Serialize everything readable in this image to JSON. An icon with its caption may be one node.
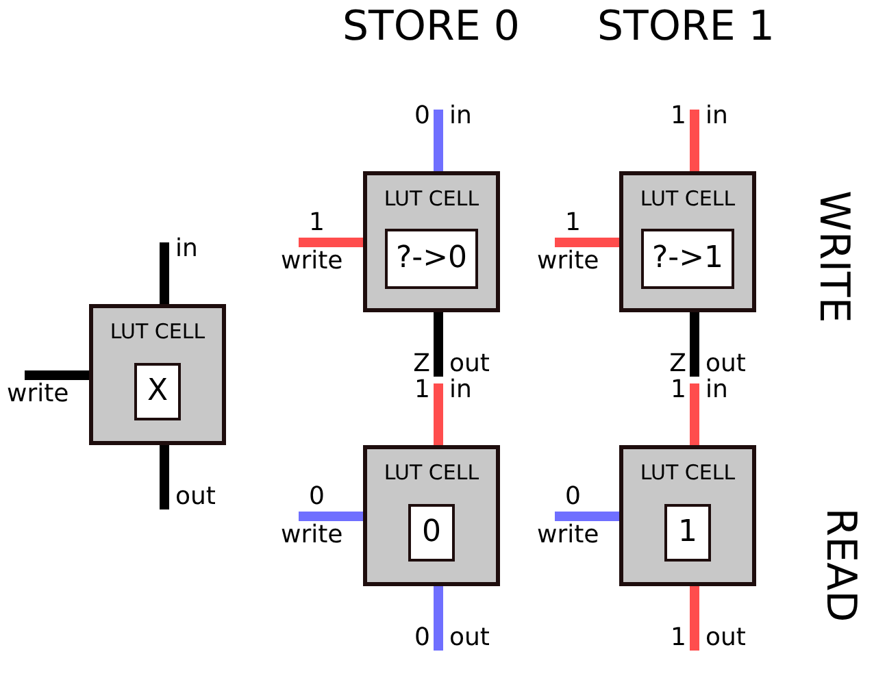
{
  "diagram": {
    "nodes": [
      {
        "text": [
          "LUT CELL"
        ]
      },
      {
        "text": [
          "X"
        ],
        "in": 0
      },
      {
        "text": [
          "in"
        ]
      },
      {
        "text": [
          "write"
        ]
      },
      {
        "text": [
          "out"
        ]
      },
      {
        "text": [
          "LUT CELL"
        ]
      },
      {
        "text": [
          "?->0"
        ],
        "in": 5
      },
      {
        "text": [
          "in"
        ],
        "beside": [
          "0"
        ]
      },
      {
        "text": [
          "write"
        ],
        "beside": [
          "1"
        ]
      },
      {
        "text": [
          "out"
        ],
        "beside": [
          "Z"
        ]
      },
      {
        "text": [
          "LUT CELL"
        ]
      },
      {
        "text": [
          "?->1"
        ],
        "in": 10
      },
      {
        "text": [
          "in"
        ],
        "beside": [
          "1"
        ]
      },
      {
        "text": [
          "write"
        ],
        "beside": [
          "1"
        ]
      },
      {
        "text": [
          "out"
        ],
        "beside": [
          "Z"
        ]
      },
      {
        "text": [
          "LUT CELL"
        ]
      },
      {
        "text": [
          "0"
        ],
        "in": 15
      },
      {
        "text": [
          "in"
        ],
        "beside": [
          "1"
        ]
      },
      {
        "text": [
          "write"
        ],
        "beside": [
          "0"
        ]
      },
      {
        "text": [
          "out"
        ],
        "beside": [
          "0"
        ]
      },
      {
        "text": [
          "LUT CELL"
        ]
      },
      {
        "text": [
          "1"
        ],
        "in": 20
      },
      {
        "text": [
          "in"
        ],
        "beside": [
          "1"
        ]
      },
      {
        "text": [
          "write"
        ],
        "beside": [
          "0"
        ]
      },
      {
        "text": [
          "out"
        ],
        "beside": [
          "1"
        ]
      }
    ],
    "edges": [
      {
        "from": 2,
        "to": 0,
        "arrow": "none",
        "color": "#000000"
      },
      {
        "from": 3,
        "to": 0,
        "arrow": "none",
        "color": "#000000"
      },
      {
        "from": 0,
        "to": 4,
        "arrow": "none",
        "color": "#000000"
      },
      {
        "from": 7,
        "to": 5,
        "arrow": "none",
        "color": "#6f6fff"
      },
      {
        "from": 8,
        "to": 5,
        "arrow": "none",
        "color": "#ff4d4d"
      },
      {
        "from": 5,
        "to": 9,
        "arrow": "none",
        "color": "#000000"
      },
      {
        "from": 12,
        "to": 10,
        "arrow": "none",
        "color": "#ff4d4d"
      },
      {
        "from": 13,
        "to": 10,
        "arrow": "none",
        "color": "#ff4d4d"
      },
      {
        "from": 10,
        "to": 14,
        "arrow": "none",
        "color": "#000000"
      },
      {
        "from": 17,
        "to": 15,
        "arrow": "none",
        "color": "#ff4d4d"
      },
      {
        "from": 18,
        "to": 15,
        "arrow": "none",
        "color": "#6f6fff"
      },
      {
        "from": 15,
        "to": 19,
        "arrow": "none",
        "color": "#6f6fff"
      },
      {
        "from": 22,
        "to": 20,
        "arrow": "none",
        "color": "#ff4d4d"
      },
      {
        "from": 23,
        "to": 20,
        "arrow": "none",
        "color": "#6f6fff"
      },
      {
        "from": 20,
        "to": 24,
        "arrow": "none",
        "color": "#ff4d4d"
      }
    ],
    "labels": [
      "STORE 0",
      "STORE 1",
      "WRITE",
      "READ"
    ]
  }
}
